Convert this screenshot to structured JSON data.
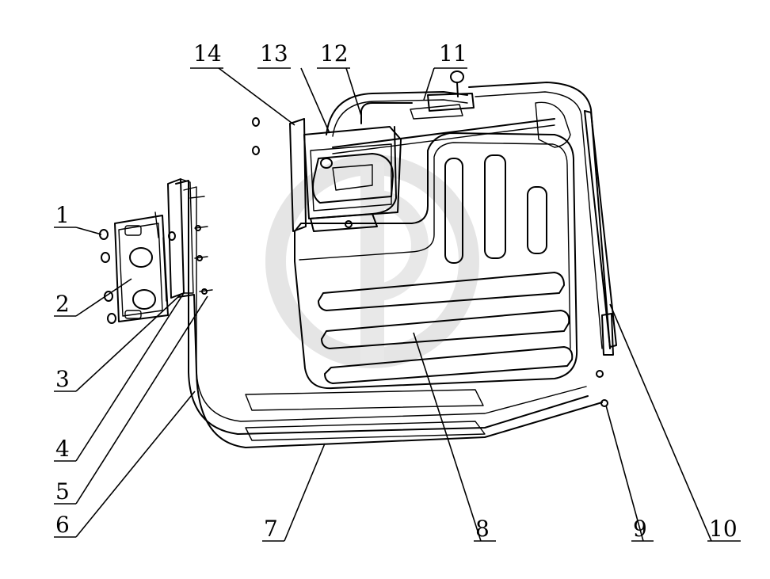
{
  "diagram": {
    "callouts": [
      {
        "id": "1",
        "label": "1"
      },
      {
        "id": "2",
        "label": "2"
      },
      {
        "id": "3",
        "label": "3"
      },
      {
        "id": "4",
        "label": "4"
      },
      {
        "id": "5",
        "label": "5"
      },
      {
        "id": "6",
        "label": "6"
      },
      {
        "id": "7",
        "label": "7"
      },
      {
        "id": "8",
        "label": "8"
      },
      {
        "id": "9",
        "label": "9"
      },
      {
        "id": "10",
        "label": "10"
      },
      {
        "id": "11",
        "label": "11"
      },
      {
        "id": "12",
        "label": "12"
      },
      {
        "id": "13",
        "label": "13"
      },
      {
        "id": "14",
        "label": "14"
      }
    ],
    "colors": {
      "ink": "#000000",
      "background": "#ffffff",
      "watermark": "#d9d9d9"
    }
  }
}
